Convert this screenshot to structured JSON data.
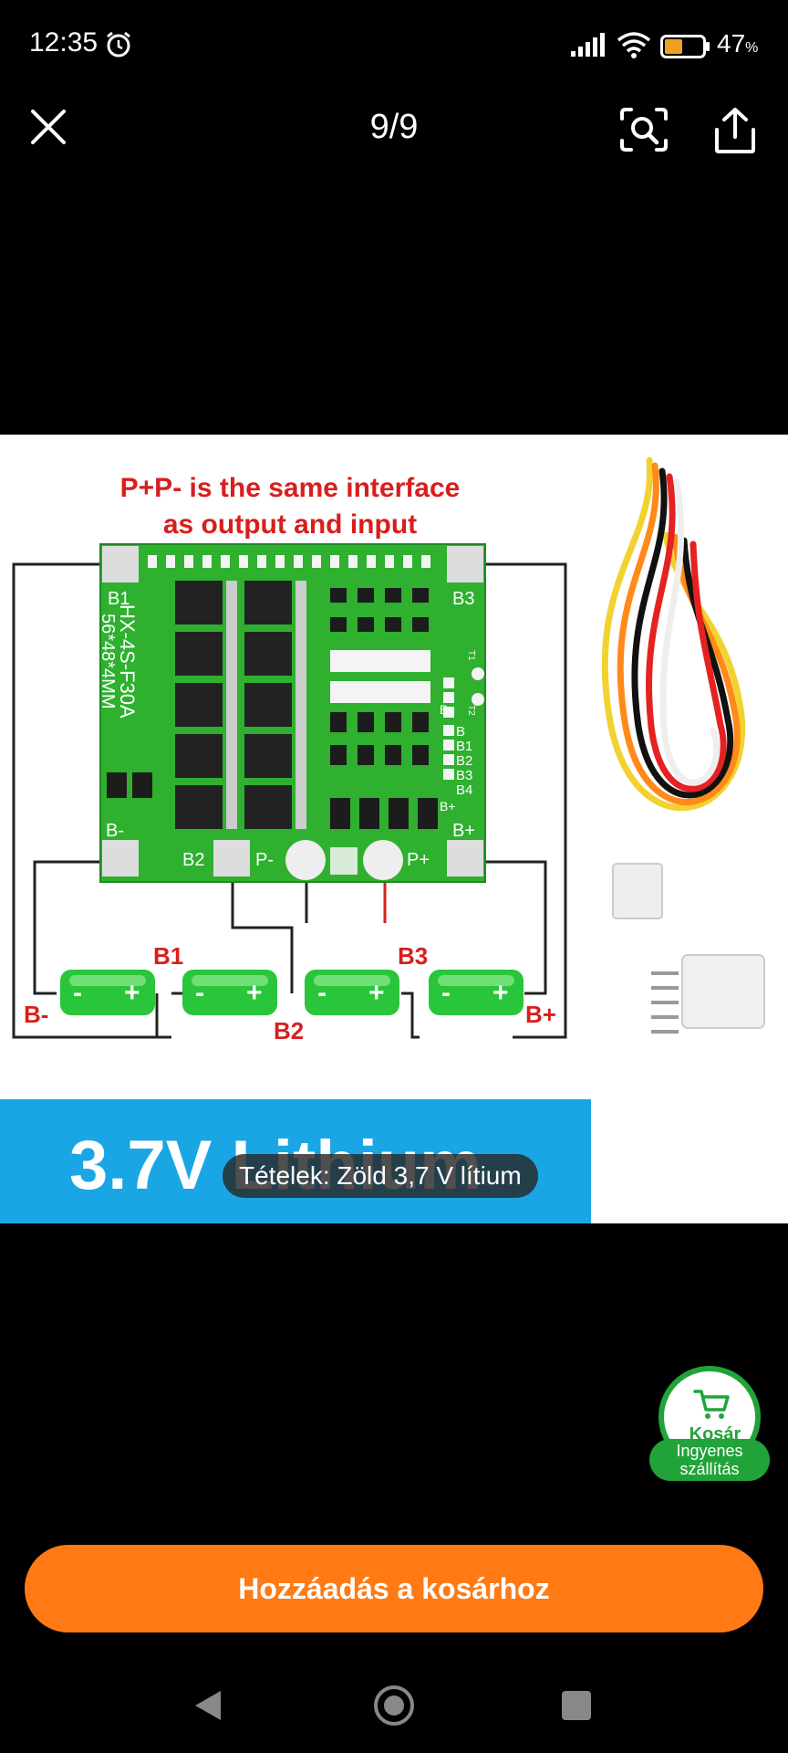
{
  "status_bar": {
    "time": "12:35",
    "battery_percent": "47",
    "battery_unit": "%",
    "battery_level": 0.47,
    "icons": [
      "alarm-icon",
      "signal-icon",
      "wifi-icon",
      "battery-icon"
    ]
  },
  "viewer": {
    "counter": "9/9",
    "icons": [
      "close-icon",
      "image-search-icon",
      "share-icon"
    ]
  },
  "image": {
    "heading_line1": "P+P- is the same interface",
    "heading_line2": "as output and input",
    "board_text_line1": "HX-4S-F30A",
    "board_text_line2": "56*48*4MM",
    "pad_b1": "B1",
    "pad_b3": "B3",
    "pad_bminus": "B-",
    "pad_bplus": "B+",
    "pad_b2": "B2",
    "pad_pminus": "P-",
    "pad_pplus": "P+",
    "side_labels": [
      "B",
      "B1",
      "B2",
      "B3",
      "B4"
    ],
    "t1": "T1",
    "t2": "T2",
    "side_bminus": "B-",
    "side_bplus": "B+",
    "wire_b1": "B1",
    "wire_b3": "B3",
    "wire_bminus": "B-",
    "wire_b2": "B2",
    "wire_bplus": "B+",
    "cell_minus": "-",
    "cell_plus": "+",
    "banner_text": "3.7V Lithium",
    "colors": {
      "board": "#2fb02f",
      "heading": "#d81e1e",
      "banner": "#1aa6e4"
    }
  },
  "caption": "Tételek: Zöld 3,7 V lítium",
  "cart": {
    "label": "Kosár",
    "badge_line1": "Ingyenes",
    "badge_line2": "szállítás",
    "icon": "cart-icon",
    "color": "#21a33a"
  },
  "add_to_cart": {
    "label": "Hozzáadás a kosárhoz",
    "color": "#ff7a14"
  },
  "nav": {
    "icons": [
      "back-icon",
      "home-icon",
      "recents-icon"
    ]
  }
}
